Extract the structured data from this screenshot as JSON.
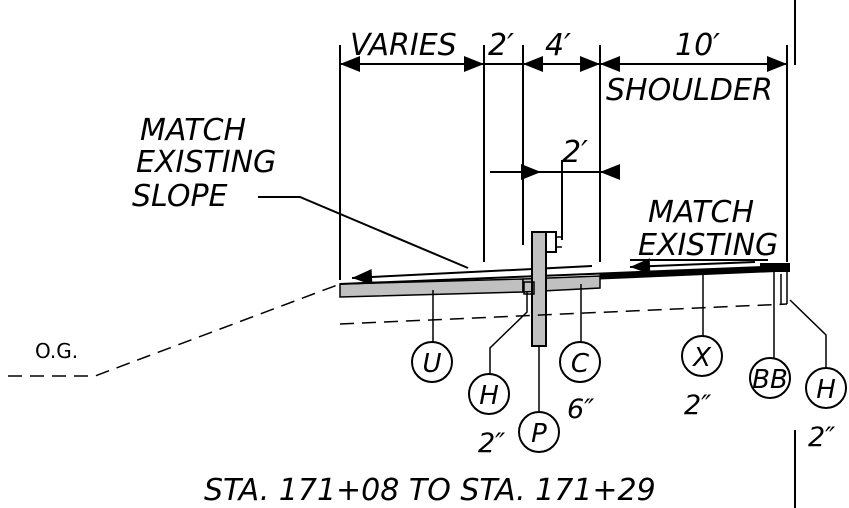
{
  "dimensions": {
    "varies": "VARIES",
    "two_ft": "2′",
    "four_ft": "4′",
    "ten_ft": "10′",
    "shoulder": "SHOULDER",
    "inner_two_ft": "2′"
  },
  "notes": {
    "match_slope_line1": "MATCH",
    "match_slope_line2": "EXISTING",
    "match_slope_line3": "SLOPE",
    "match_existing_line1": "MATCH",
    "match_existing_line2": "EXISTING",
    "og": "O.G."
  },
  "callouts": {
    "u": "U",
    "h_left": "H",
    "p": "P",
    "c": "C",
    "x": "X",
    "bb": "BB",
    "h_right": "H"
  },
  "thicknesses": {
    "h_left": "2″",
    "c": "6″",
    "x": "2″",
    "h_right": "2″"
  },
  "station": "STA. 171+08 TO STA. 171+29"
}
